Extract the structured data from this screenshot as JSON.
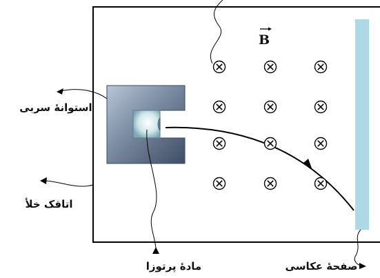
{
  "labels": {
    "field": "B",
    "lead_cylinder": "استوانهٔ سربی",
    "vacuum_chamber": "اتاقک خلأ",
    "radioactive_material": "مادهٔ پرتوزا",
    "photographic_plate": "صفحهٔ عکاسی"
  },
  "field_direction": "into-page",
  "field_symbol_grid": {
    "rows": 4,
    "cols": 3
  },
  "colors": {
    "plate": "#add8e6",
    "cylinder_dark": "#4f5f78",
    "cylinder_light": "#b8c6d6",
    "chamber_border": "#000000"
  }
}
